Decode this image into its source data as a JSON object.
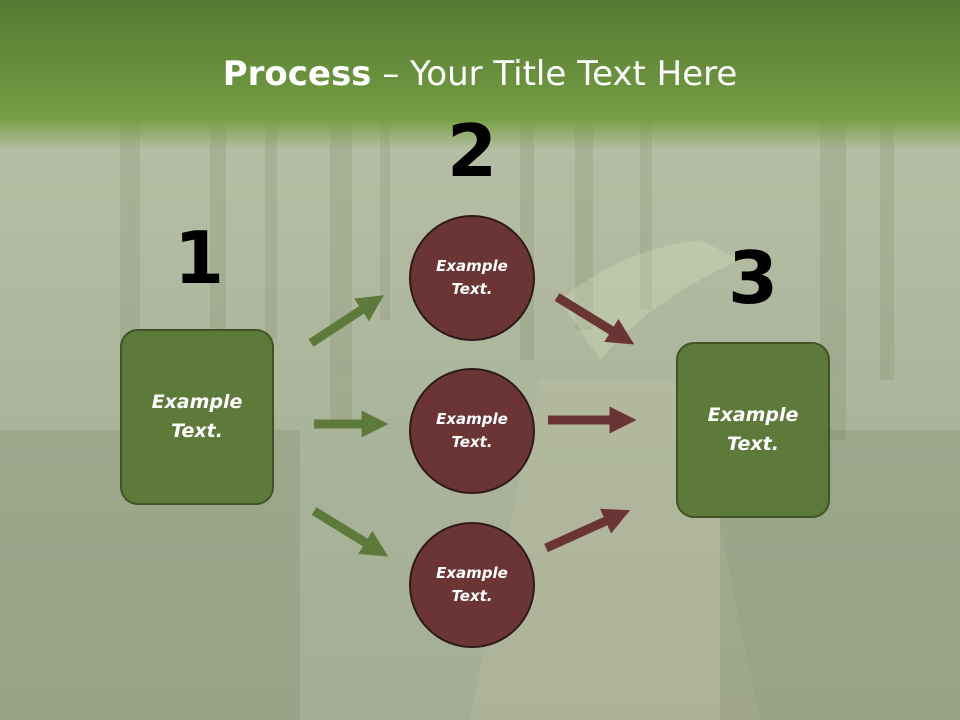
{
  "slide": {
    "title_bold": "Process",
    "title_rest": " – Your Title Text Here"
  },
  "steps": {
    "one": "1",
    "two": "2",
    "three": "3"
  },
  "nodes": {
    "left_box": "Example Text.",
    "circle_top": "Example Text.",
    "circle_middle": "Example Text.",
    "circle_bottom": "Example Text.",
    "right_box": "Example Text."
  },
  "colors": {
    "header_green": "#6a923e",
    "box_green": "#5d7a3a",
    "circle_maroon": "#6b3535",
    "arrow_green": "#5d7a3a",
    "arrow_maroon": "#6b3535"
  }
}
